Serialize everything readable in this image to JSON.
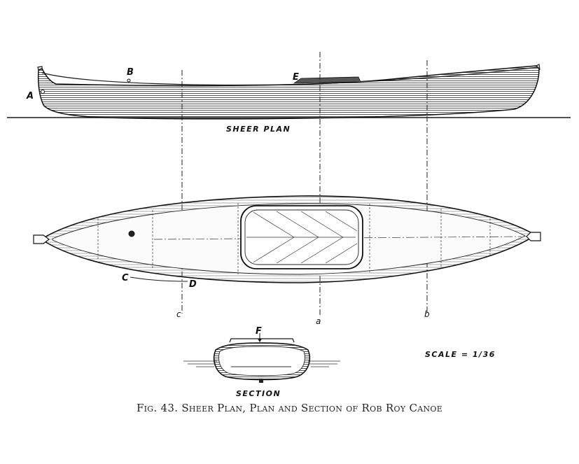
{
  "sheer_plan": {
    "title": "SHEER PLAN",
    "label_a": "A",
    "label_b": "B",
    "label_e": "E"
  },
  "plan": {
    "label_c": "C",
    "label_d": "D",
    "section_line_c": "c",
    "section_line_a": "a",
    "section_line_b": "b"
  },
  "section": {
    "title": "SECTION",
    "label_f": "F"
  },
  "scale_text": "SCALE = 1/36",
  "caption": "Fig. 43. Sheer Plan, Plan and Section of Rob Roy Canoe"
}
